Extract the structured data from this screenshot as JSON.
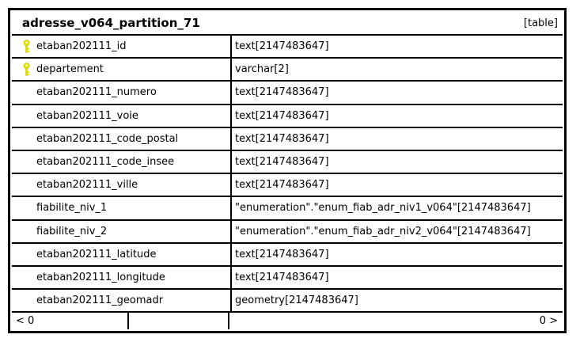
{
  "table": {
    "title": "adresse_v064_partition_71",
    "badge": "[table]",
    "columns": [
      {
        "name": "etaban202111_id",
        "type": "text[2147483647]",
        "primary_key": true
      },
      {
        "name": "departement",
        "type": "varchar[2]",
        "primary_key": true
      },
      {
        "name": "etaban202111_numero",
        "type": "text[2147483647]",
        "primary_key": false
      },
      {
        "name": "etaban202111_voie",
        "type": "text[2147483647]",
        "primary_key": false
      },
      {
        "name": "etaban202111_code_postal",
        "type": "text[2147483647]",
        "primary_key": false
      },
      {
        "name": "etaban202111_code_insee",
        "type": "text[2147483647]",
        "primary_key": false
      },
      {
        "name": "etaban202111_ville",
        "type": "text[2147483647]",
        "primary_key": false
      },
      {
        "name": "fiabilite_niv_1",
        "type": "\"enumeration\".\"enum_fiab_adr_niv1_v064\"[2147483647]",
        "primary_key": false
      },
      {
        "name": "fiabilite_niv_2",
        "type": "\"enumeration\".\"enum_fiab_adr_niv2_v064\"[2147483647]",
        "primary_key": false
      },
      {
        "name": "etaban202111_latitude",
        "type": "text[2147483647]",
        "primary_key": false
      },
      {
        "name": "etaban202111_longitude",
        "type": "text[2147483647]",
        "primary_key": false
      },
      {
        "name": "etaban202111_geomadr",
        "type": "geometry[2147483647]",
        "primary_key": false
      }
    ],
    "footer": {
      "left": "< 0",
      "middle": "",
      "right": "0 >"
    },
    "colors": {
      "key_icon": "#e3e300",
      "key_icon_edge": "#bdbd00",
      "border": "#000000",
      "background": "#ffffff"
    }
  }
}
